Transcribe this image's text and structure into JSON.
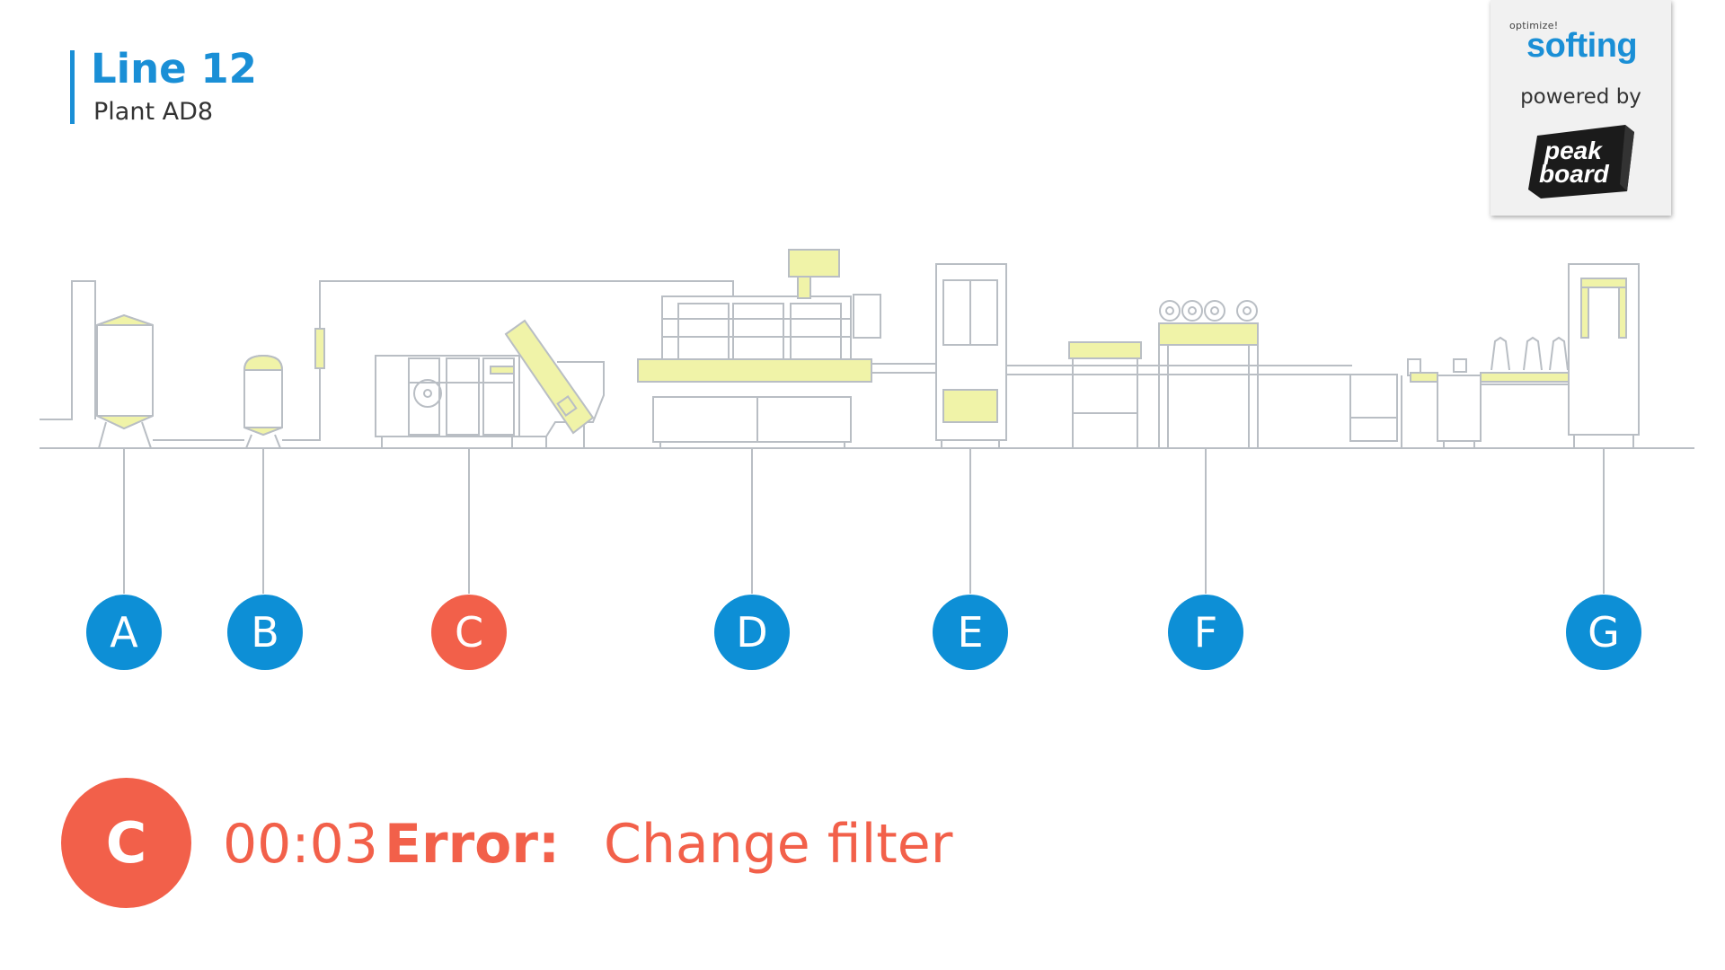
{
  "header": {
    "title": "Line 12",
    "subtitle": "Plant AD8"
  },
  "logo": {
    "tagline": "optimize!",
    "brand": "softing",
    "powered_by": "powered by",
    "partner": "peak board"
  },
  "stations": [
    {
      "label": "A",
      "status": "ok"
    },
    {
      "label": "B",
      "status": "ok"
    },
    {
      "label": "C",
      "status": "error"
    },
    {
      "label": "D",
      "status": "ok"
    },
    {
      "label": "E",
      "status": "ok"
    },
    {
      "label": "F",
      "status": "ok"
    },
    {
      "label": "G",
      "status": "ok"
    }
  ],
  "error": {
    "station": "C",
    "time": "00:03",
    "label": "Error:",
    "message": "Change filter"
  },
  "colors": {
    "accent": "#1a8fd6",
    "station_ok": "#0d8fd6",
    "station_error": "#f2604a",
    "machine_line": "#b9bec4",
    "machine_highlight": "#f0f3a8"
  }
}
